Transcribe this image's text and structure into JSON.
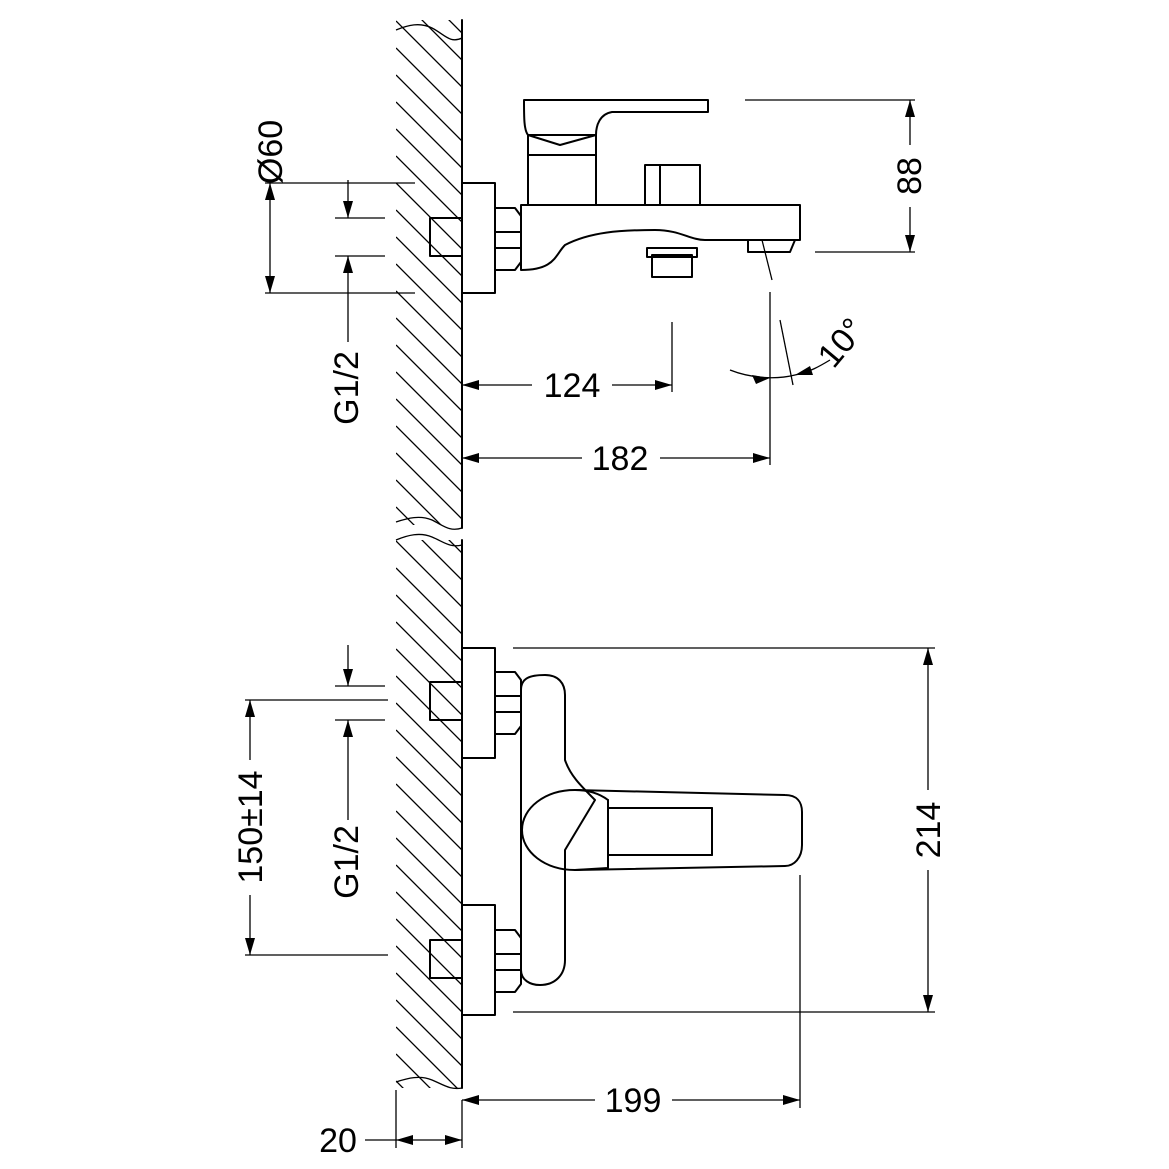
{
  "dimensions": {
    "diameter": "Ø60",
    "top_thread": "G1/2",
    "spout_reach_1": "124",
    "spout_reach_2": "182",
    "height": "88",
    "spout_angle": "10°",
    "center_distance": "150±14",
    "front_thread": "G1/2",
    "total_height": "214",
    "depth": "199",
    "wall_thickness": "20"
  },
  "colors": {
    "line": "#000000",
    "background": "#ffffff"
  }
}
